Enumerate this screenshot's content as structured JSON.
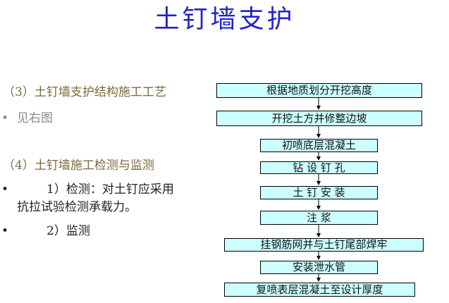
{
  "title": "土钉墙支护",
  "left": {
    "item3": "（3）土钉墙支护结构施工工艺",
    "item3_bullet": "•",
    "item3_sub": "见右图",
    "item4": "（4）土钉墙施工检测与监测",
    "bullet1": "•",
    "check_line1": "1）检测：对土钉应采用",
    "check_line2": "抗拉试验检测承载力。",
    "bullet2": "•",
    "monitor": "2）监测"
  },
  "flow": {
    "steps": [
      "根据地质划分开挖高度",
      "开挖土方并修整边坡",
      "初喷底层混凝土",
      "钻 设 钉 孔",
      "土 钉 安 装",
      "注    浆",
      "挂钢筋网并与土钉尾部焊牢",
      "安装泄水管",
      "复喷表层混凝土至设计厚度"
    ]
  },
  "colors": {
    "title": "#2222cc",
    "box_fill": "#ccffff",
    "olive_text": "#7a6a3a"
  }
}
